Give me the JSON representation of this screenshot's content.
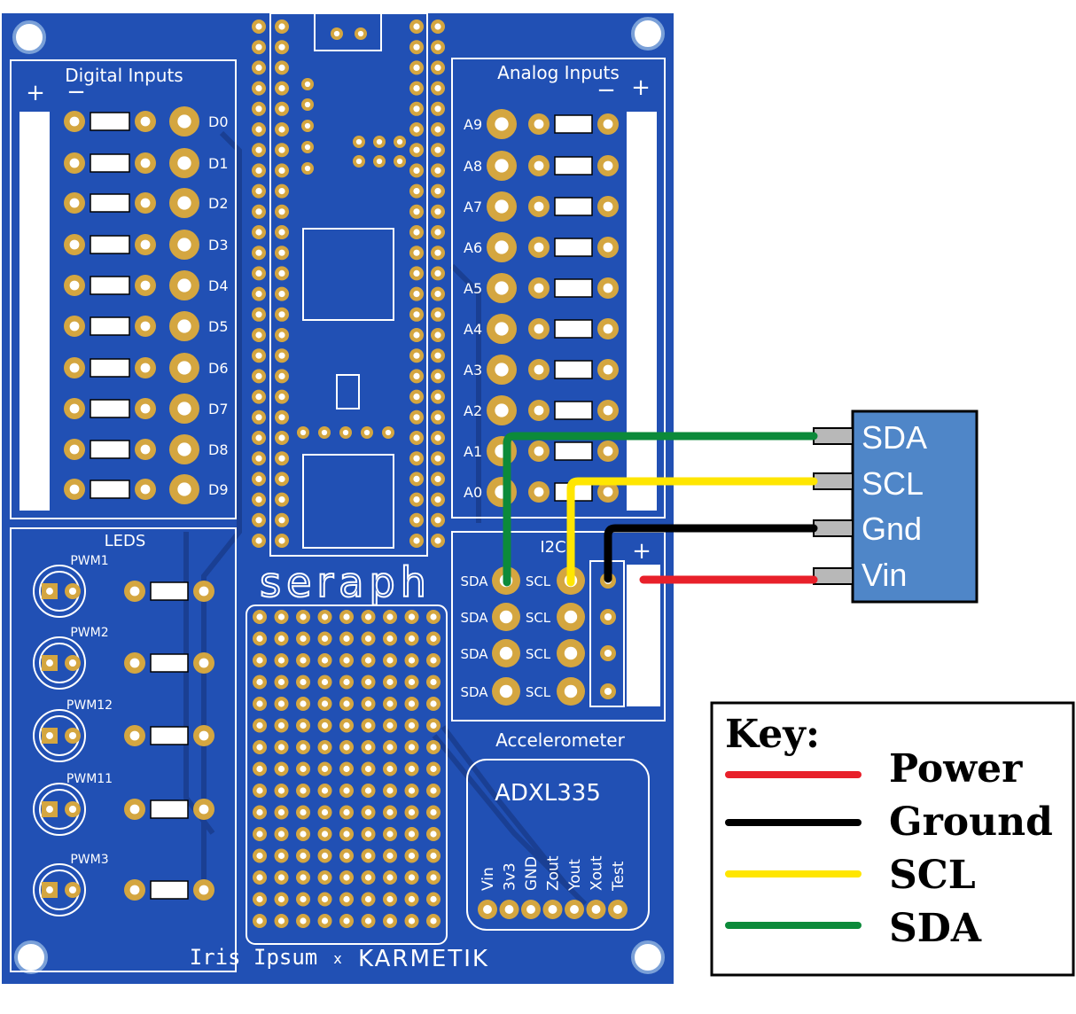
{
  "board": {
    "colors": {
      "pcb": "#2150b4",
      "trace": "#1a3f93",
      "pad": "#d4a640",
      "silk": "#ffffff",
      "outline": "#ffffff"
    },
    "digital_section_title": "Digital Inputs",
    "analog_section_title": "Analog Inputs",
    "leds_section_title": "LEDS",
    "i2c_section_title": "I2C",
    "accel_section_title": "Accelerometer",
    "plus": "+",
    "minus": "−",
    "digital_labels": [
      "D0",
      "D1",
      "D2",
      "D3",
      "D4",
      "D5",
      "D6",
      "D7",
      "D8",
      "D9"
    ],
    "analog_labels": [
      "A9",
      "A8",
      "A7",
      "A6",
      "A5",
      "A4",
      "A3",
      "A2",
      "A1",
      "A0"
    ],
    "pwm_labels": [
      "PWM1",
      "PWM2",
      "PWM12",
      "PWM11",
      "PWM3"
    ],
    "i2c_rows": [
      {
        "sda": "SDA",
        "scl": "SCL"
      },
      {
        "sda": "SDA",
        "scl": "SCL"
      },
      {
        "sda": "SDA",
        "scl": "SCL"
      },
      {
        "sda": "SDA",
        "scl": "SCL"
      }
    ],
    "brand_logo": "seraph",
    "accel_chip": "ADXL335",
    "accel_pins": [
      "Vin",
      "3v3",
      "GND",
      "Zout",
      "Yout",
      "Xout",
      "Test"
    ],
    "footer_left": "Iris Ipsum",
    "footer_x": "x",
    "footer_right": "KARMETIK"
  },
  "sensor": {
    "color": "#4f86c8",
    "pins": [
      "SDA",
      "SCL",
      "Gnd",
      "Vin"
    ]
  },
  "wires": {
    "sda": "#0c8a3a",
    "scl": "#ffe600",
    "ground": "#000000",
    "power": "#e8202a"
  },
  "key": {
    "title": "Key:",
    "items": [
      {
        "label": "Power",
        "color": "#e8202a"
      },
      {
        "label": "Ground",
        "color": "#000000"
      },
      {
        "label": "SCL",
        "color": "#ffe600"
      },
      {
        "label": "SDA",
        "color": "#0c8a3a"
      }
    ]
  }
}
